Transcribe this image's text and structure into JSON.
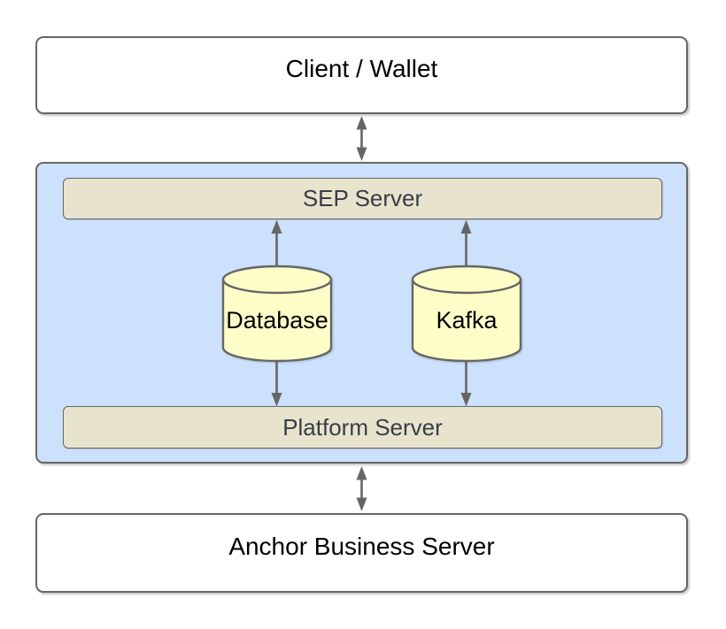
{
  "diagram": {
    "nodes": {
      "client_wallet": {
        "label": "Client / Wallet",
        "shape": "rounded-box"
      },
      "platform_group": {
        "label": "",
        "shape": "rounded-container"
      },
      "sep_server": {
        "label": "SEP Server",
        "shape": "rounded-bar"
      },
      "database": {
        "label": "Database",
        "shape": "cylinder"
      },
      "kafka": {
        "label": "Kafka",
        "shape": "cylinder"
      },
      "platform_server": {
        "label": "Platform Server",
        "shape": "rounded-bar"
      },
      "anchor_business_server": {
        "label": "Anchor Business Server",
        "shape": "rounded-box"
      }
    },
    "edges": [
      {
        "from": "client_wallet",
        "to": "platform_group",
        "arrows": "both"
      },
      {
        "from": "database",
        "to": "sep_server",
        "arrows": "to"
      },
      {
        "from": "kafka",
        "to": "sep_server",
        "arrows": "to"
      },
      {
        "from": "database",
        "to": "platform_server",
        "arrows": "to"
      },
      {
        "from": "kafka",
        "to": "platform_server",
        "arrows": "to"
      },
      {
        "from": "platform_group",
        "to": "anchor_business_server",
        "arrows": "both"
      }
    ],
    "colors": {
      "box_fill": "#ffffff",
      "container_fill": "#cce1fb",
      "bar_fill": "#e7e3cd",
      "cylinder_fill": "#fdfdc8",
      "stroke": "#666666",
      "arrow_color": "#666666",
      "text": "#000000",
      "bar_text": "#373e47"
    }
  }
}
